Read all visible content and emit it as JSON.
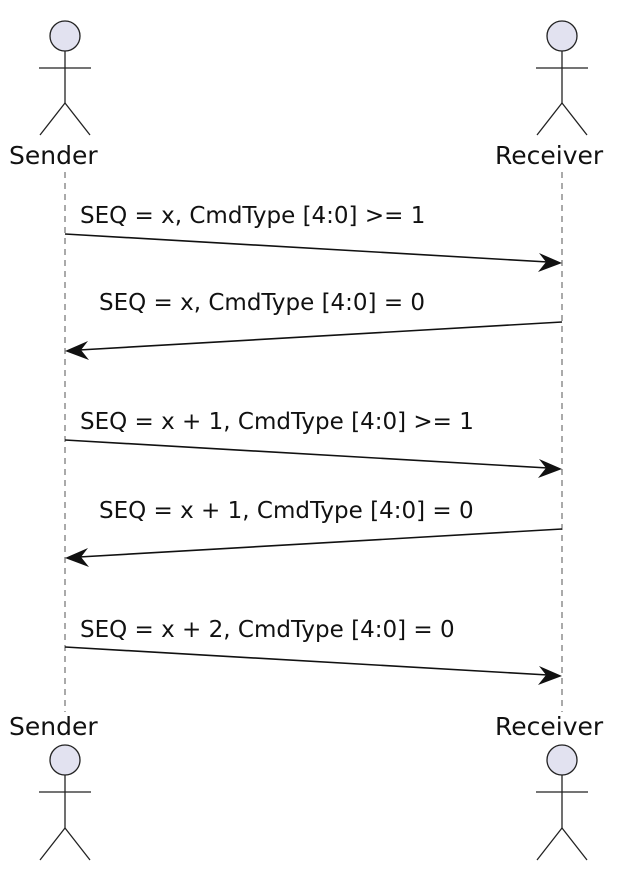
{
  "participants": {
    "sender": {
      "name": "Sender"
    },
    "receiver": {
      "name": "Receiver"
    }
  },
  "messages": [
    {
      "from": "sender",
      "to": "receiver",
      "label": "SEQ = x, CmdType [4:0] >= 1"
    },
    {
      "from": "receiver",
      "to": "sender",
      "label": "SEQ = x, CmdType [4:0] = 0"
    },
    {
      "from": "sender",
      "to": "receiver",
      "label": "SEQ = x + 1, CmdType [4:0] >= 1"
    },
    {
      "from": "receiver",
      "to": "sender",
      "label": "SEQ = x + 1, CmdType [4:0] = 0"
    },
    {
      "from": "sender",
      "to": "receiver",
      "label": "SEQ = x + 2, CmdType [4:0] = 0"
    }
  ],
  "colors": {
    "actor_head_fill": "#e2e2f0",
    "line": "#111111"
  }
}
